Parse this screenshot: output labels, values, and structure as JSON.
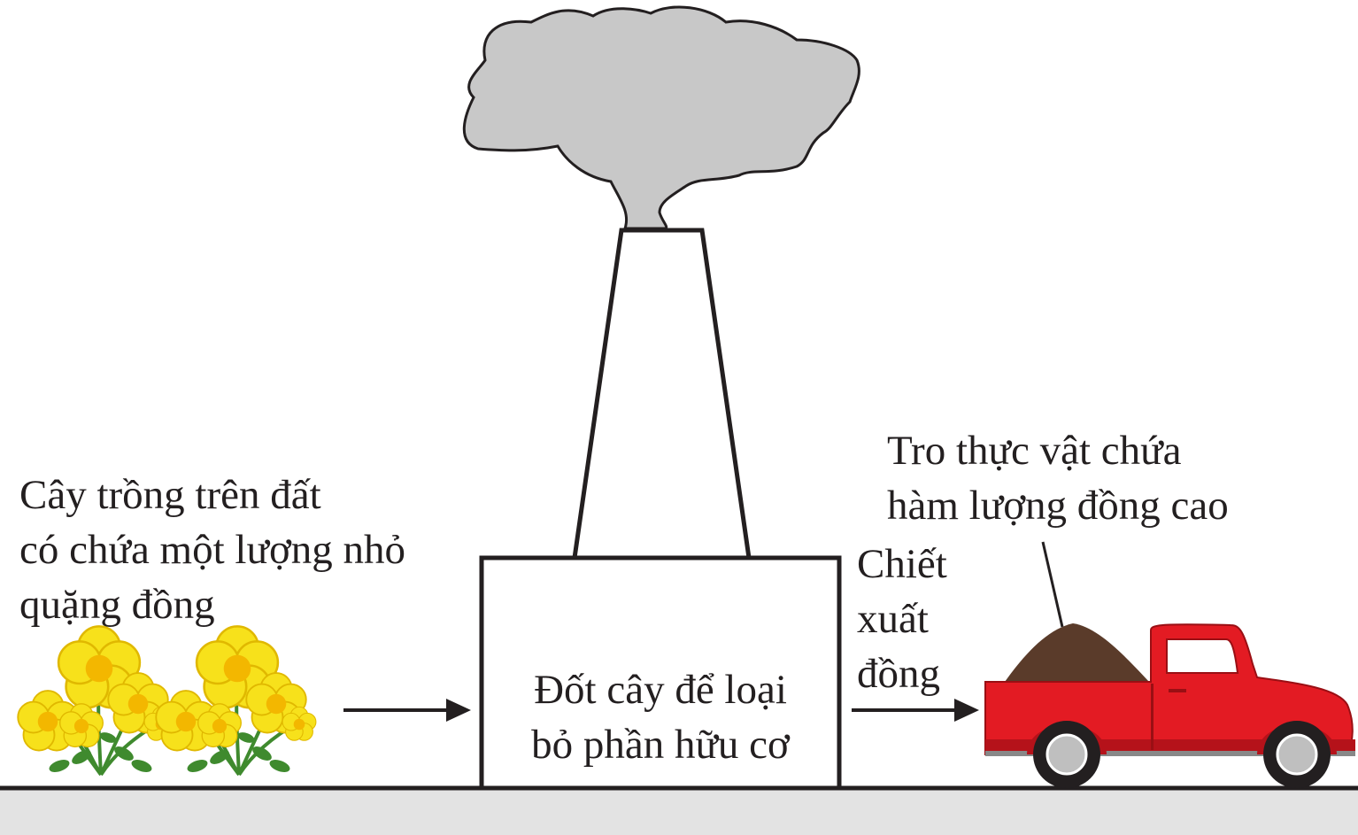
{
  "colors": {
    "smoke": "#c8c8c8",
    "ground": "#e3e3e3",
    "flower": "#f7e11b",
    "flower_center": "#f3b700",
    "leaf": "#3f8a2e",
    "truck_red": "#e31b23",
    "soil": "#5a3b2a",
    "outline": "#231f20"
  },
  "labels": {
    "plants": [
      "Cây trồng trên đất",
      "có chứa một lượng nhỏ",
      "quặng đồng"
    ],
    "process": [
      "Đốt cây để loại",
      "bỏ phần hữu cơ"
    ],
    "extraction": [
      "Chiết",
      "xuất",
      "đồng"
    ],
    "ash": [
      "Tro thực vật chứa",
      "hàm lượng đồng cao"
    ]
  },
  "icons": [
    "smoke-cloud-icon",
    "chimney-icon",
    "flower-cluster-icon",
    "truck-icon",
    "arrow-icon"
  ]
}
